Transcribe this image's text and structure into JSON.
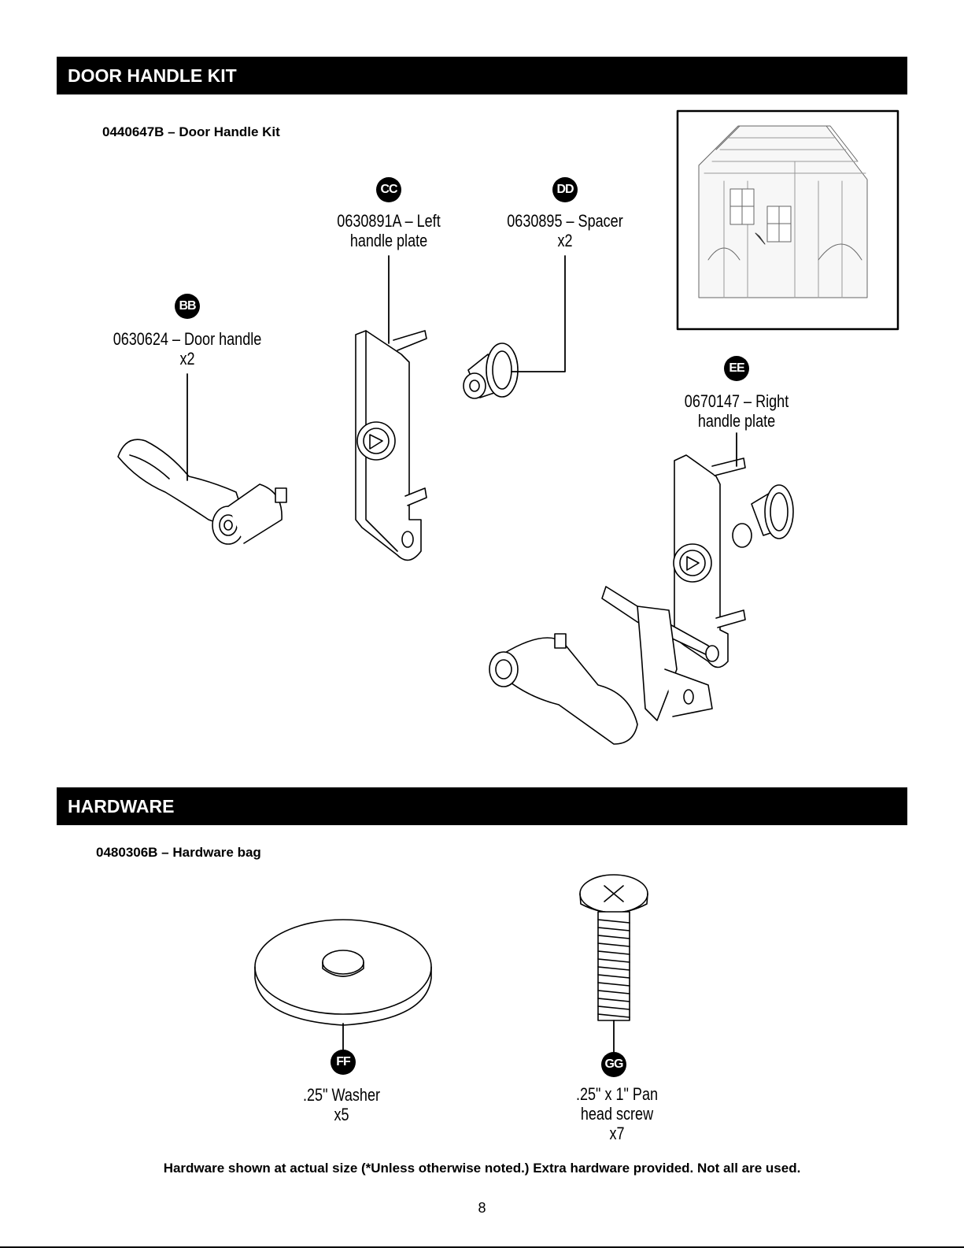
{
  "sections": {
    "door_kit": {
      "title": "DOOR HANDLE KIT",
      "kit_label": "0440647B – Door Handle Kit"
    },
    "hardware": {
      "title": "HARDWARE",
      "bag_label": "0480306B – Hardware bag"
    }
  },
  "parts": {
    "bb": {
      "badge": "BB",
      "line1": "0630624 – Door handle",
      "line2": "x2"
    },
    "cc": {
      "badge": "CC",
      "line1": "0630891A – Left",
      "line2": "handle plate"
    },
    "dd": {
      "badge": "DD",
      "line1": "0630895 – Spacer",
      "line2": "x2"
    },
    "ee": {
      "badge": "EE",
      "line1": "0670147 – Right",
      "line2": "handle plate"
    },
    "ff": {
      "badge": "FF",
      "line1": ".25\" Washer",
      "line2": "x5"
    },
    "gg": {
      "badge": "GG",
      "line1": ".25\" x 1\" Pan",
      "line2": "head screw",
      "line3": "x7"
    }
  },
  "footer": {
    "note": "Hardware shown at actual size (*Unless otherwise noted.) Extra hardware provided. Not all are used.",
    "page_number": "8"
  },
  "icons": [
    "shed-illustration",
    "door-handle-icon",
    "handle-plate-icon",
    "spacer-icon",
    "washer-icon",
    "pan-head-screw-icon"
  ]
}
